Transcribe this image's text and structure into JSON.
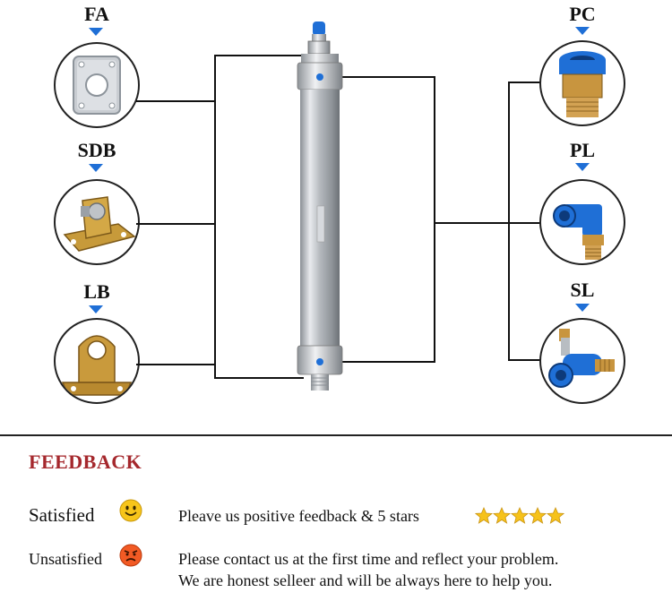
{
  "accessories_left": [
    {
      "label": "FA",
      "icon": "flange-plate-icon"
    },
    {
      "label": "SDB",
      "icon": "bracket-mount-icon"
    },
    {
      "label": "LB",
      "icon": "foot-bracket-icon"
    }
  ],
  "accessories_right": [
    {
      "label": "PC",
      "icon": "straight-fitting-icon"
    },
    {
      "label": "PL",
      "icon": "elbow-fitting-icon"
    },
    {
      "label": "SL",
      "icon": "speed-controller-icon"
    }
  ],
  "colors": {
    "arrow": "#1f6fd6",
    "feedback_title": "#a5282d",
    "fitting_blue": "#1f6fd6",
    "brass": "#c8953f"
  },
  "feedback": {
    "title": "FEEDBACK",
    "satisfied": {
      "label": "Satisfied",
      "text": "Pleave us positive feedback & 5 stars",
      "stars": 5
    },
    "unsatisfied": {
      "label": "Unsatisfied",
      "line1": "Please contact us at the first time and reflect your problem.",
      "line2": "We are honest selleer and will be always here to help you."
    }
  }
}
